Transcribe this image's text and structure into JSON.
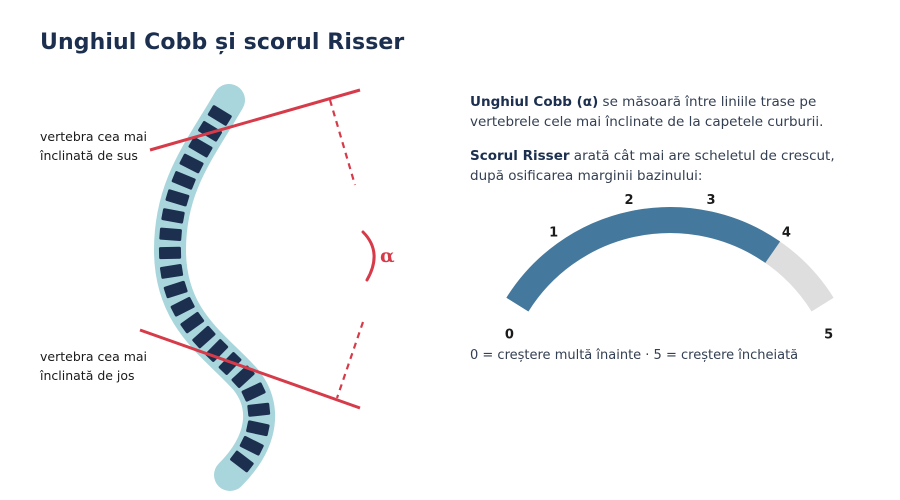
{
  "title": "Unghiul Cobb și scorul Risser",
  "spine": {
    "top_label": "vertebra cea mai înclinată de sus",
    "bottom_label": "vertebra cea mai înclinată de jos",
    "angle_symbol": "α"
  },
  "cobb": {
    "term": "Unghiul Cobb (α)",
    "text": " se măsoară între liniile trase pe vertebrele cele mai înclinate de la capetele curburii."
  },
  "risser": {
    "term": "Scorul Risser",
    "text": " arată cât mai are scheletul de crescut, după osificarea marginii bazinului:",
    "ticks": [
      "0",
      "1",
      "2",
      "3",
      "4",
      "5"
    ],
    "value": 4,
    "max": 5,
    "legend": "0 = creștere multă înainte · 5 = creștere încheiată"
  },
  "colors": {
    "title": "#1c2f4f",
    "spine_outline": "#a9d6dc",
    "vertebra": "#1c2f4f",
    "cobb_line": "#d63b4a",
    "gauge_fill": "#44799d",
    "gauge_track": "#dedede"
  }
}
